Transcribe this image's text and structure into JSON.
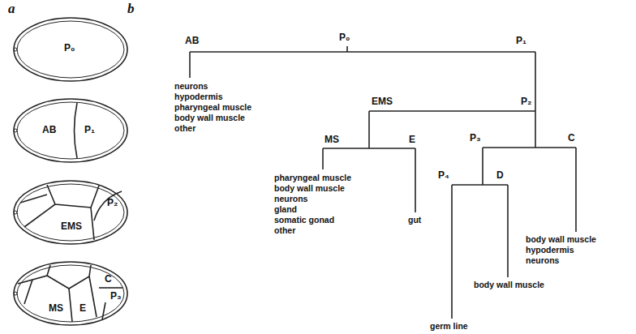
{
  "diagram": {
    "labels": [
      "a",
      "b",
      "P₀",
      "AB",
      "P₁",
      "EMS",
      "P₂",
      "MS",
      "E",
      "C",
      "P₃",
      "AB",
      "P₀",
      "P₁",
      "EMS",
      "P₂",
      "MS",
      "E",
      "P₃",
      "C",
      "P₄",
      "D",
      "neurons",
      "hypodermis",
      "pharyngeal muscle",
      "body wall muscle",
      "other",
      "pharyngeal muscle",
      "body wall muscle",
      "neurons",
      "gland",
      "somatic gonad",
      "other",
      "gut",
      "body wall muscle",
      "hypodermis",
      "neurons",
      "body wall muscle",
      "germ line"
    ]
  }
}
